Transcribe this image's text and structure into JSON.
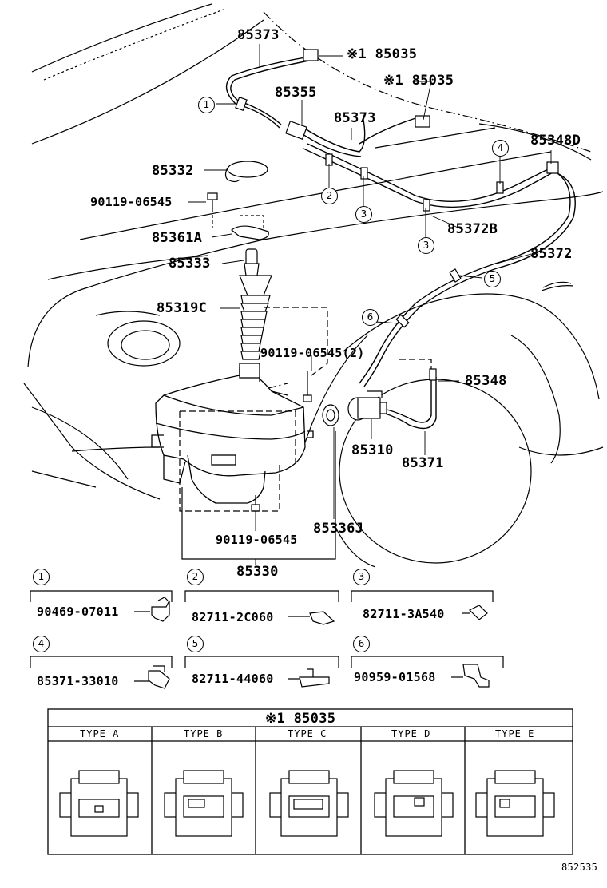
{
  "labels": {
    "p85373a": "85373",
    "p85035a": "※1 85035",
    "p85035b": "※1 85035",
    "p85355": "85355",
    "p85373b": "85373",
    "p85348d": "85348D",
    "p85332": "85332",
    "p90119a": "90119-06545",
    "p85361a": "85361A",
    "p85372b": "85372B",
    "p85333": "85333",
    "p85372": "85372",
    "p85319c": "85319C",
    "p90119b": "90119-06545(2)",
    "p85348": "85348",
    "p85310": "85310",
    "p85371": "85371",
    "p90119c": "90119-06545",
    "p85336j": "85336J",
    "p85330": "85330"
  },
  "callouts": [
    "1",
    "2",
    "3",
    "3",
    "4",
    "5",
    "6"
  ],
  "sub_parts": [
    {
      "num": "1",
      "part": "90469-07011"
    },
    {
      "num": "2",
      "part": "82711-2C060"
    },
    {
      "num": "3",
      "part": "82711-3A540"
    },
    {
      "num": "4",
      "part": "85371-33010"
    },
    {
      "num": "5",
      "part": "82711-44060"
    },
    {
      "num": "6",
      "part": "90959-01568"
    }
  ],
  "type_table": {
    "title": "※1 85035",
    "types": [
      "TYPE A",
      "TYPE B",
      "TYPE C",
      "TYPE D",
      "TYPE E"
    ]
  },
  "footer_code": "852535"
}
